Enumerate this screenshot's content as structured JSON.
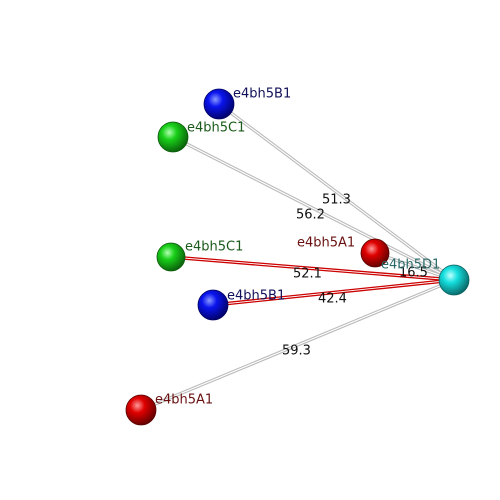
{
  "palette": {
    "red": {
      "fill": "#e00000",
      "dark": "#5a0000",
      "light": "#ff9a9a"
    },
    "green": {
      "fill": "#19d019",
      "dark": "#0a5a0a",
      "light": "#b0ffb0"
    },
    "blue": {
      "fill": "#0a14ee",
      "dark": "#000060",
      "light": "#8a9aff"
    },
    "cyan": {
      "fill": "#14dede",
      "dark": "#0a6060",
      "light": "#c0ffff"
    }
  },
  "label_colors": {
    "red": "#6a1010",
    "green": "#1a5a1a",
    "blue": "#10105a",
    "cyan": "#2a6a6a"
  },
  "edge_colors": {
    "highlight": "#cc0000",
    "normal": "#bbbbbb"
  },
  "nodes": [
    {
      "id": "n1",
      "label": "e4bh5B1",
      "color": "blue"
    },
    {
      "id": "n2",
      "label": "e4bh5C1",
      "color": "green"
    },
    {
      "id": "n3",
      "label": "e4bh5A1",
      "color": "red"
    },
    {
      "id": "n4",
      "label": "e4bh5C1",
      "color": "green"
    },
    {
      "id": "n5",
      "label": "e4bh5B1",
      "color": "blue"
    },
    {
      "id": "n6",
      "label": "e4bh5A1",
      "color": "red"
    },
    {
      "id": "n7",
      "label": "e4bh5D1",
      "color": "cyan"
    }
  ],
  "edges": [
    {
      "from": "n1",
      "to": "n7",
      "label": "51.3",
      "style": "normal"
    },
    {
      "from": "n2",
      "to": "n7",
      "label": "56.2",
      "style": "normal"
    },
    {
      "from": "n3",
      "to": "n7",
      "label": "16.5",
      "style": "normal"
    },
    {
      "from": "n4",
      "to": "n7",
      "label": "52.1",
      "style": "highlight"
    },
    {
      "from": "n5",
      "to": "n7",
      "label": "42.4",
      "style": "highlight"
    },
    {
      "from": "n6",
      "to": "n7",
      "label": "59.3",
      "style": "normal"
    }
  ]
}
